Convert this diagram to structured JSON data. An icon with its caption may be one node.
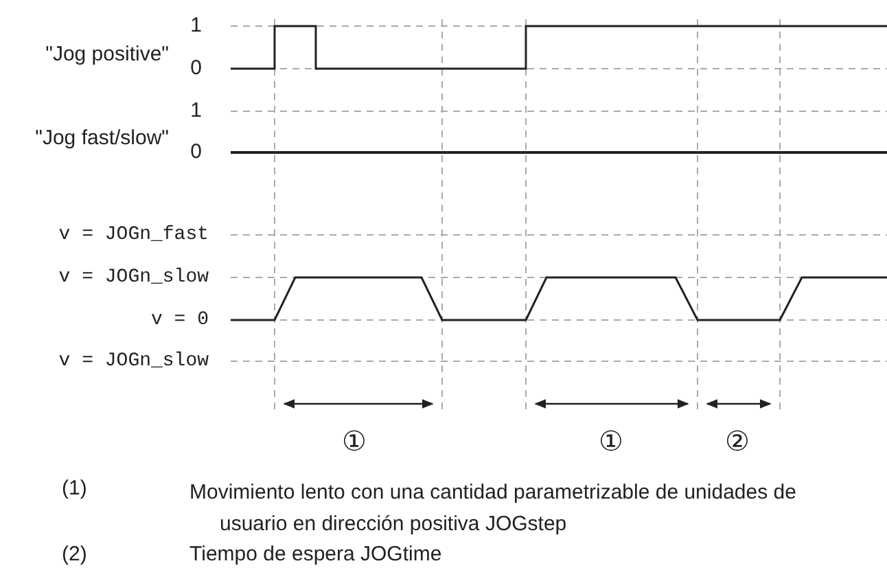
{
  "diagram": {
    "labels": [
      "\"Jog positive\"",
      "1",
      "0",
      "\"Jog fast/slow\"",
      "1",
      "0",
      "v = JOGn_fast",
      "v = JOGn_slow",
      "v = 0",
      "v = JOGn_slow",
      "①",
      "①",
      "②",
      "(1)",
      "Movimiento lento con una cantidad parametrizable de unidades de usuario en dirección positiva JOGstep",
      "(2)",
      "Tiempo de espera JOGtime"
    ]
  }
}
